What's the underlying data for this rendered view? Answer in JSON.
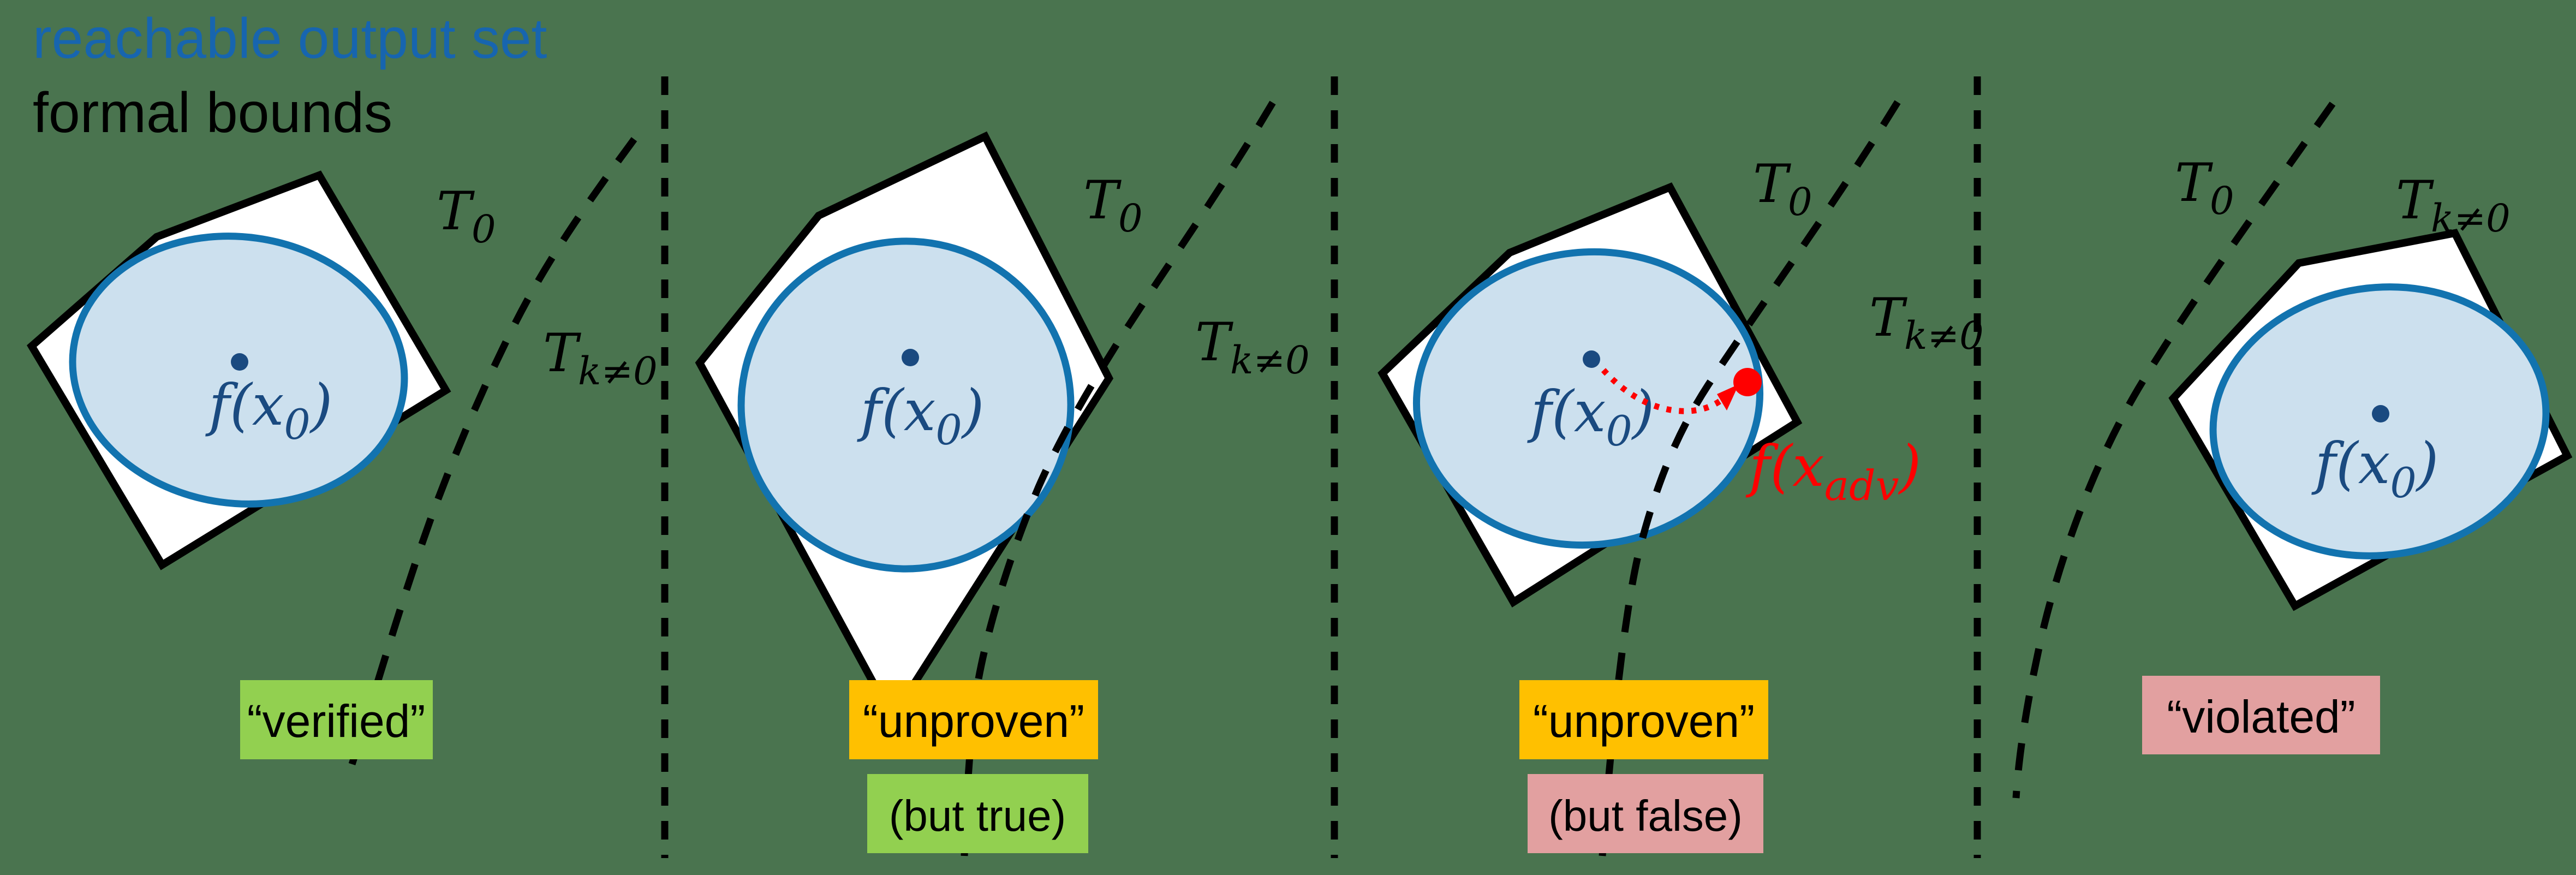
{
  "figure": {
    "legend": [
      {
        "label": "reachable output set",
        "color": "#1765AF"
      },
      {
        "label": "formal bounds",
        "color": "#000000"
      }
    ],
    "math": {
      "t0": {
        "base": "T",
        "sub": "0"
      },
      "tk": {
        "base": "T",
        "sub": "k≠0"
      },
      "fx0": {
        "pre": "f(x",
        "sub": "0",
        "post": ")"
      },
      "fxadv": {
        "pre": "f(x",
        "sub": "adv",
        "post": ")"
      }
    },
    "panels": [
      {
        "id": "verified",
        "verdict": "“verified”",
        "verdict_color": "#92D050"
      },
      {
        "id": "unproven-but-true",
        "verdict": "“unproven”",
        "verdict_color": "#FFC000",
        "note": "(but true)",
        "note_color": "#92D050"
      },
      {
        "id": "unproven-but-false",
        "verdict": "“unproven”",
        "verdict_color": "#FFC000",
        "note": "(but false)",
        "note_color": "#E2A0A0"
      },
      {
        "id": "violated",
        "verdict": "“violated”",
        "verdict_color": "#E2A0A0"
      }
    ],
    "colors": {
      "background": "#4A744F",
      "reachable_fill": "#CCE0EE",
      "reachable_stroke": "#1273AF",
      "navy_text": "#1A4A80",
      "adversarial_red": "#FF0000",
      "bounds_fill": "#FFFFFF",
      "line_black": "#000000"
    }
  }
}
